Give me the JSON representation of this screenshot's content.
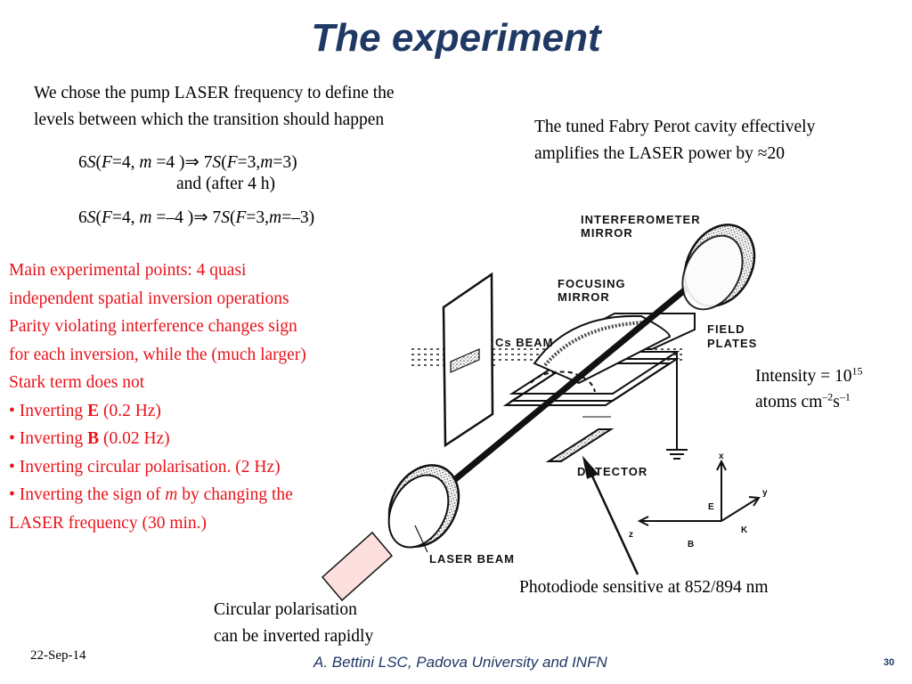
{
  "title": "The experiment",
  "intro": {
    "line1": "We chose the pump LASER frequency to define the",
    "line2": "levels between which the transition should happen"
  },
  "equations": {
    "eq1": {
      "a": "6",
      "S1": "S",
      "p1": "(",
      "F1": "F",
      "v1": "=4, ",
      "m1": "m",
      "v2": " =4 )",
      "arrow": "⇒",
      "b": " 7",
      "S2": "S",
      "p2": "(",
      "F2": "F",
      "v3": "=3,",
      "m2": "m",
      "v4": "=3)"
    },
    "middle": "and (after 4 h)",
    "eq2": {
      "a": "6",
      "S1": "S",
      "p1": "(",
      "F1": "F",
      "v1": "=4, ",
      "m1": "m",
      "v2": " =–4 )",
      "arrow": "⇒",
      "b": " 7",
      "S2": "S",
      "p2": "(",
      "F2": "F",
      "v3": "=3,",
      "m2": "m",
      "v4": "=–3)"
    }
  },
  "cavity": {
    "line1": "The tuned Fabry Perot cavity effectively",
    "line2": "amplifies the LASER power by ≈20"
  },
  "points": {
    "p1_line1": "Main experimental points: 4 quasi",
    "p1_line2": "independent spatial inversion operations",
    "p2_line1": "Parity violating interference changes sign",
    "p2_line2": "for each inversion, while the (much larger)",
    "p2_line3": "Stark term does not",
    "b1_pre": "•  Inverting ",
    "b1_bold": "E",
    "b1_post": " (0.2 Hz)",
    "b2_pre": "•  Inverting ",
    "b2_bold": "B",
    "b2_post": " (0.02 Hz)",
    "b3": "• Inverting circular polarisation. (2 Hz)",
    "b4_pre": "•  Inverting the sign of ",
    "b4_italic": "m",
    "b4_post": " by changing the",
    "b4_line2": "LASER frequency (30 min.)"
  },
  "intensity": {
    "line1_pre": "Intensity = 10",
    "line1_sup": "15",
    "line2_pre": "atoms cm",
    "line2_sup1": "–2",
    "line2_mid": "s",
    "line2_sup2": "–1"
  },
  "photodiode": "Photodiode sensitive at 852/894 nm",
  "polarisation": {
    "line1": "Circular polarisation",
    "line2": "can be inverted rapidly"
  },
  "diagram": {
    "interferometer_1": "INTERFEROMETER",
    "interferometer_2": "MIRROR",
    "focusing_1": "FOCUSING",
    "focusing_2": "MIRROR",
    "field_1": "FIELD",
    "field_2": "PLATES",
    "cs_beam": "Cs BEAM",
    "detector": "DETECTOR",
    "laser_beam": "LASER BEAM",
    "axis_x": "x",
    "axis_y": "y",
    "axis_z": "z",
    "axis_E": "E",
    "axis_B": "B",
    "axis_K": "K"
  },
  "footer": {
    "date": "22-Sep-14",
    "credit": "A. Bettini LSC, Padova University and INFN",
    "page": "30"
  }
}
